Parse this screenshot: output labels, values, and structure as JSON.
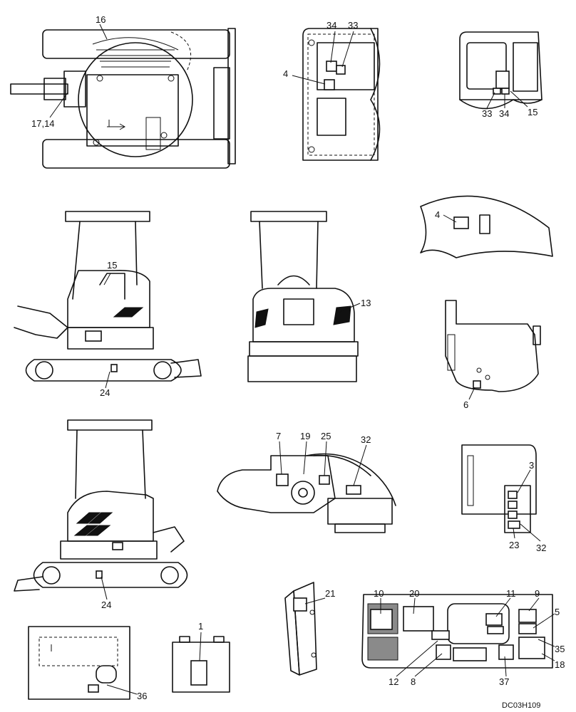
{
  "labels": {
    "l16": "16",
    "l17_14": "17,14",
    "l34a": "34",
    "l33a": "33",
    "l4a": "4",
    "l33b": "33",
    "l34b": "34",
    "l15a": "15",
    "l15b": "15",
    "l13": "13",
    "l4b": "4",
    "l24a": "24",
    "l6": "6",
    "l7": "7",
    "l19": "19",
    "l25": "25",
    "l32a": "32",
    "l3": "3",
    "l23": "23",
    "l32b": "32",
    "l24b": "24",
    "l1": "1",
    "l21": "21",
    "l10": "10",
    "l20": "20",
    "l11": "11",
    "l9": "9",
    "l5": "5",
    "l35": "35",
    "l18": "18",
    "l12": "12",
    "l8": "8",
    "l37": "37",
    "l36": "36"
  },
  "figure_ref": "DC03H109"
}
